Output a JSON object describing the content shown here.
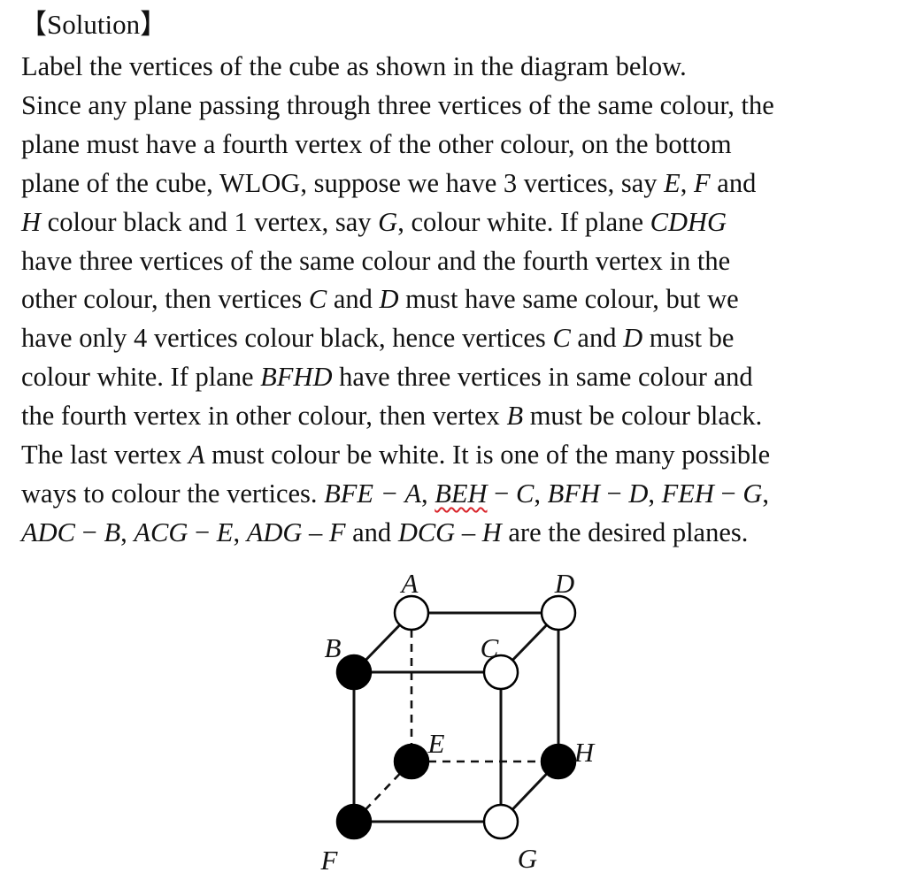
{
  "heading": "【Solution】",
  "lines": [
    [
      {
        "t": "Label the vertices of the cube as shown in the diagram below."
      }
    ],
    [
      {
        "t": "Since any plane passing through three vertices of the same colour, the"
      }
    ],
    [
      {
        "t": "plane must have a fourth vertex of the other colour, on the bottom"
      }
    ],
    [
      {
        "t": "plane of the cube, WLOG, suppose we have 3 vertices, say "
      },
      {
        "t": "E",
        "i": true
      },
      {
        "t": ", "
      },
      {
        "t": "F",
        "i": true
      },
      {
        "t": " and"
      }
    ],
    [
      {
        "t": "H",
        "i": true
      },
      {
        "t": " colour black and 1 vertex, say "
      },
      {
        "t": "G",
        "i": true
      },
      {
        "t": ", colour white. If plane "
      },
      {
        "t": "CDHG",
        "i": true
      }
    ],
    [
      {
        "t": "have three vertices of the same colour and the fourth vertex in the"
      }
    ],
    [
      {
        "t": "other colour, then vertices "
      },
      {
        "t": "C",
        "i": true
      },
      {
        "t": " and "
      },
      {
        "t": "D",
        "i": true
      },
      {
        "t": " must have same colour, but we"
      }
    ],
    [
      {
        "t": "have only 4 vertices colour black, hence vertices "
      },
      {
        "t": "C",
        "i": true
      },
      {
        "t": " and "
      },
      {
        "t": "D",
        "i": true
      },
      {
        "t": " must be"
      }
    ],
    [
      {
        "t": "colour white. If plane "
      },
      {
        "t": "BFHD",
        "i": true
      },
      {
        "t": " have three vertices in same colour and"
      }
    ],
    [
      {
        "t": "the fourth vertex in other colour, then vertex "
      },
      {
        "t": "B",
        "i": true
      },
      {
        "t": " must be colour black."
      }
    ],
    [
      {
        "t": "The last vertex "
      },
      {
        "t": "A",
        "i": true
      },
      {
        "t": " must colour be white. It is one of the many possible"
      }
    ],
    [
      {
        "t": "ways to colour the vertices. "
      },
      {
        "t": "BFE − A",
        "i": true
      },
      {
        "t": ", "
      },
      {
        "t": "BEH",
        "i": true,
        "u": true
      },
      {
        "t": " − "
      },
      {
        "t": "C",
        "i": true
      },
      {
        "t": ", "
      },
      {
        "t": "BFH",
        "i": true
      },
      {
        "t": " − "
      },
      {
        "t": "D",
        "i": true
      },
      {
        "t": ", "
      },
      {
        "t": "FEH",
        "i": true
      },
      {
        "t": " − "
      },
      {
        "t": "G",
        "i": true
      },
      {
        "t": ","
      }
    ],
    [
      {
        "t": "ADC",
        "i": true
      },
      {
        "t": " − "
      },
      {
        "t": "B",
        "i": true
      },
      {
        "t": ", "
      },
      {
        "t": "ACG",
        "i": true
      },
      {
        "t": " − "
      },
      {
        "t": "E",
        "i": true
      },
      {
        "t": ", "
      },
      {
        "t": "ADG",
        "i": true
      },
      {
        "t": " – "
      },
      {
        "t": "F",
        "i": true
      },
      {
        "t": " and "
      },
      {
        "t": "DCG",
        "i": true
      },
      {
        "t": " – "
      },
      {
        "t": "H",
        "i": true
      },
      {
        "t": " are the desired planes."
      }
    ]
  ],
  "diagram": {
    "vertices": {
      "A": {
        "label": "A",
        "fill": "white"
      },
      "B": {
        "label": "B",
        "fill": "black"
      },
      "C": {
        "label": "C",
        "fill": "white"
      },
      "D": {
        "label": "D",
        "fill": "white"
      },
      "E": {
        "label": "E",
        "fill": "black"
      },
      "F": {
        "label": "F",
        "fill": "black"
      },
      "G": {
        "label": "G",
        "fill": "white"
      },
      "H": {
        "label": "H",
        "fill": "black"
      }
    }
  }
}
